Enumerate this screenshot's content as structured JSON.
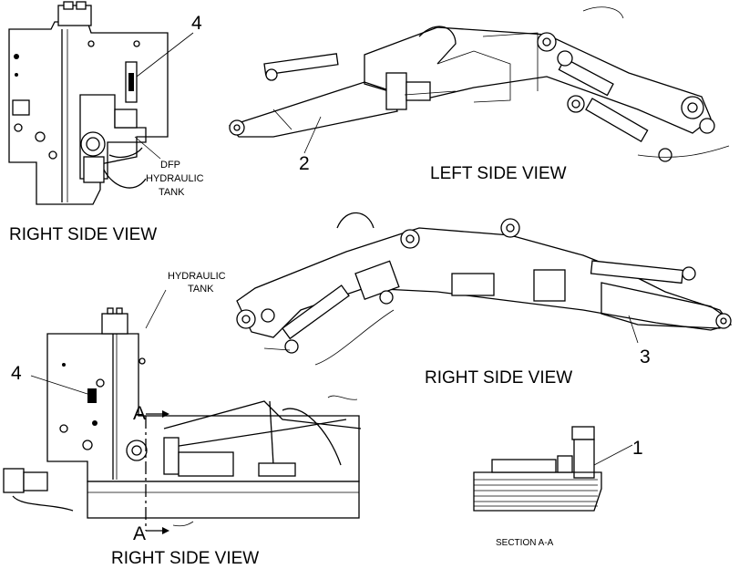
{
  "views": {
    "top_left_title": "RIGHT SIDE VIEW",
    "left_side_title": "LEFT SIDE VIEW",
    "mid_right_title": "RIGHT SIDE VIEW",
    "bottom_left_title": "RIGHT SIDE VIEW",
    "section_title": "SECTION A-A"
  },
  "labels": {
    "dfp_line1": "DFP",
    "dfp_line2": "HYDRAULIC",
    "dfp_line3": "TANK",
    "hyd_line1": "HYDRAULIC",
    "hyd_line2": "TANK"
  },
  "callouts": {
    "c1": "1",
    "c2": "2",
    "c3": "3",
    "c4_top": "4",
    "c4_bottom": "4"
  },
  "section_markers": {
    "top": "A",
    "bottom": "A"
  },
  "colors": {
    "line": "#000000",
    "background": "#ffffff"
  }
}
